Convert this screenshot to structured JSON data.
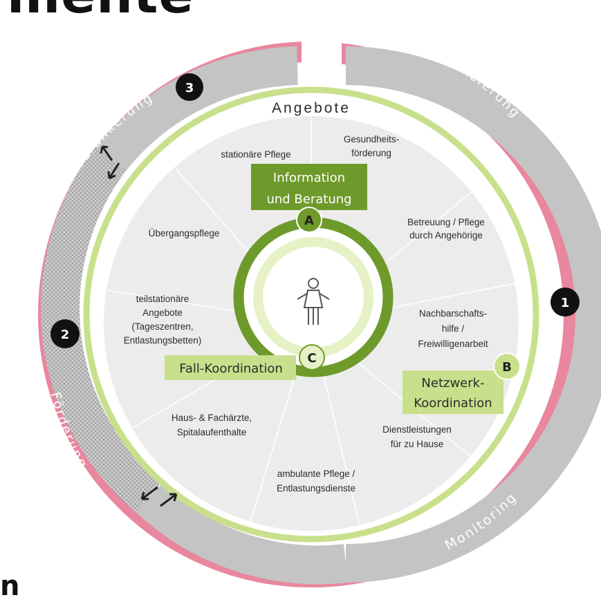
{
  "heading_fragment": "mente",
  "corner_fragment": "n",
  "outer_ring": {
    "labels": [
      "Verankerung",
      "Finanzierung",
      "Förderung",
      "Monitoring"
    ],
    "color": "#e8879e"
  },
  "grey_ring_color": "#c4c4c4",
  "markers": [
    "1",
    "2",
    "3"
  ],
  "angebote_title": "Angebote",
  "segments": [
    {
      "id": "stationaere",
      "lines": [
        "stationäre Pflege"
      ]
    },
    {
      "id": "gesundheit",
      "lines": [
        "Gesundheits-",
        "förderung"
      ]
    },
    {
      "id": "betreuung",
      "lines": [
        "Betreuung / Pflege",
        "durch Angehörige"
      ]
    },
    {
      "id": "nachbar",
      "lines": [
        "Nachbarschafts-",
        "hilfe /",
        "Freiwilligenarbeit"
      ]
    },
    {
      "id": "dienst",
      "lines": [
        "Dienstleistungen",
        "für zu Hause"
      ]
    },
    {
      "id": "ambulant",
      "lines": [
        "ambulante Pflege /",
        "Entlastungsdienste"
      ]
    },
    {
      "id": "aerzte",
      "lines": [
        "Haus- & Fachärzte,",
        "Spitalaufenthalte"
      ]
    },
    {
      "id": "teilstationaer",
      "lines": [
        "teilstationäre",
        "Angebote",
        "(Tageszentren,",
        "Entlastungsbetten)"
      ]
    },
    {
      "id": "uebergang",
      "lines": [
        "Übergangspflege"
      ]
    }
  ],
  "boxes": {
    "information": {
      "lines": [
        "Information",
        "und Beratung"
      ],
      "badge": "A"
    },
    "netzwerk": {
      "lines": [
        "Netzwerk-",
        "Koordination"
      ],
      "badge": "B"
    },
    "fall": {
      "lines": [
        "Fall-Koordination"
      ],
      "badge": "C"
    }
  },
  "center_icon": "person-icon",
  "arrow_icons": [
    "double-arrow-icon",
    "double-arrow-icon"
  ],
  "colors": {
    "dark_green": "#6e9a2b",
    "light_green": "#c8e08c",
    "panel_grey": "#ececec",
    "inner_light_green": "#e6f1c6"
  }
}
